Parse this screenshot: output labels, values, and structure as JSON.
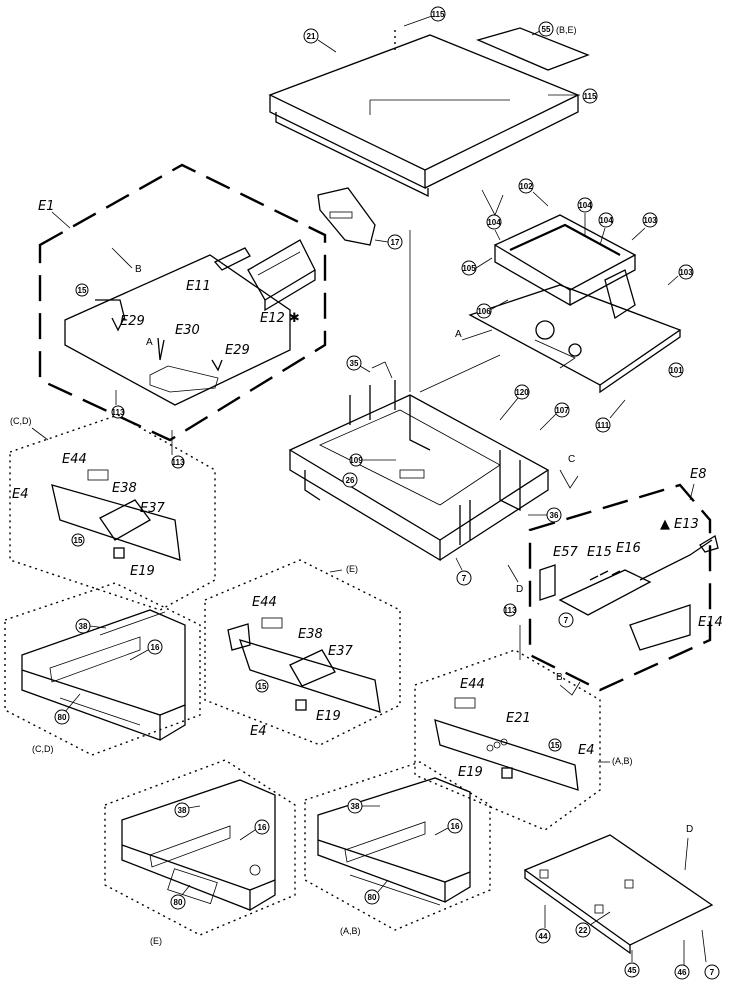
{
  "callouts": {
    "c21": "21",
    "c115a": "115",
    "c115b": "115",
    "c55": "55",
    "c55_note": "(B,E)",
    "c17": "17",
    "c102": "102",
    "c104a": "104",
    "c104b": "104",
    "c104c": "104",
    "c103": "103",
    "c106": "106",
    "c105": "105",
    "c103b": "103",
    "c101": "101",
    "c35": "35",
    "c107": "107",
    "c113a": "113",
    "c113b": "113",
    "c113c": "113",
    "c111": "111",
    "c109": "109",
    "c7a": "7",
    "c7b": "7",
    "c7c": "7",
    "c26": "26",
    "c36": "36",
    "c38a": "38",
    "c38b": "38",
    "c38c": "38",
    "c16a": "16",
    "c16b": "16",
    "c16c": "16",
    "c80a": "80",
    "c80b": "80",
    "c80c": "80",
    "c22": "22",
    "c120": "120",
    "c44": "44",
    "c45": "45",
    "c46": "46"
  },
  "labels": {
    "e1": "E1",
    "e11": "E11",
    "e12": "E12 ✱",
    "e29a": "E29",
    "e29b": "E29",
    "e30": "E30",
    "e4a": "E4",
    "e4b": "E4",
    "e4c": "E4",
    "e44a": "E44",
    "e44b": "E44",
    "e44c": "E44",
    "e38a": "E38",
    "e38b": "E38",
    "e37a": "E37",
    "e37b": "E37",
    "e19a": "E19",
    "e19b": "E19",
    "e19c": "E19",
    "e21": "E21",
    "e8": "E8",
    "e13": "E13",
    "e57": "E57",
    "e15": "E15",
    "e16": "E16",
    "e14": "E14",
    "warn": "▲"
  },
  "variants": {
    "cd_top": "(C,D)",
    "e_mid": "(E)",
    "cd_panel": "(C,D)",
    "ab_board": "(A,B)",
    "e_panel": "(E)",
    "ab_panel": "(A,B)"
  },
  "letters": {
    "a1": "A",
    "a2": "A",
    "b1": "B",
    "b2": "B",
    "c1": "C",
    "c2": "C",
    "d1": "D",
    "d2": "D"
  }
}
